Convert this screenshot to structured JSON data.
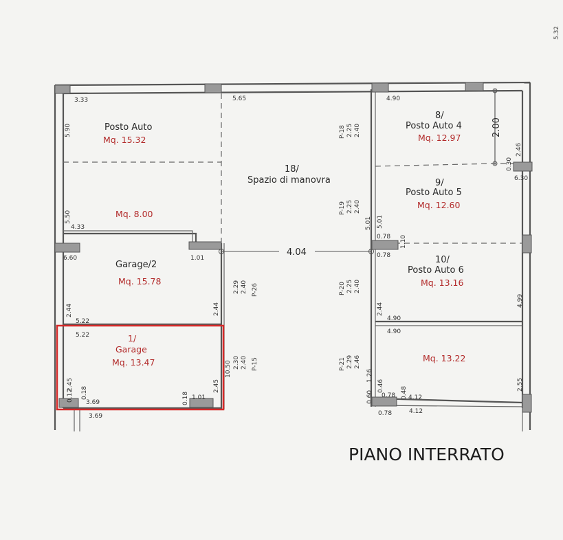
{
  "plan_title": "PIANO INTERRATO",
  "corner_mark": "5.32",
  "highlight_color": "#d62a2a",
  "label_color": "#b22a2a",
  "rooms": [
    {
      "id": "posto-auto-1",
      "name": "Posto Auto",
      "area": "Mq. 15.32"
    },
    {
      "id": "area-800",
      "area": "Mq. 8.00"
    },
    {
      "id": "garage-2",
      "name": "Garage/2",
      "area": "Mq. 15.78"
    },
    {
      "id": "garage-1",
      "num": "1/",
      "name": "Garage",
      "area": "Mq. 13.47"
    },
    {
      "id": "manovra",
      "num": "18/",
      "name": "Spazio di manovra"
    },
    {
      "id": "posto-auto-4",
      "num": "8/",
      "name": "Posto Auto 4",
      "area": "Mq. 12.97"
    },
    {
      "id": "posto-auto-5",
      "num": "9/",
      "name": "Posto Auto 5",
      "area": "Mq. 12.60"
    },
    {
      "id": "posto-auto-6",
      "num": "10/",
      "name": "Posto Auto 6",
      "area": "Mq. 13.16"
    },
    {
      "id": "area-1322",
      "area": "Mq. 13.22"
    }
  ],
  "dimensions": {
    "d_333": "3.33",
    "d_565": "5.65",
    "d_490_top": "4.90",
    "d_590": "5.90",
    "d_200": "2.00",
    "d_246": "2.46",
    "d_030": "0.30",
    "d_630": "6.30",
    "d_550": "5.50",
    "d_433": "4.33",
    "d_660": "6.60",
    "d_101_a": "1.01",
    "d_404": "4.04",
    "d_078_a": "0.78",
    "d_078_b": "0.78",
    "d_110": "1.10",
    "d_501_a": "5.01",
    "d_501_b": "5.01",
    "d_244_a": "2.44",
    "d_244_b": "2.44",
    "d_244_c": "2.44",
    "d_522_a": "5.22",
    "d_522_b": "5.22",
    "d_490_mid": "4.90",
    "d_490_mid2": "4.90",
    "d_499": "4.99",
    "d_1050": "10.50",
    "d_245_a": "2.45",
    "d_245_b": "2.45",
    "d_012": "0.12",
    "d_018_a": "0.18",
    "d_018_b": "0.18",
    "d_369_a": "3.69",
    "d_369_b": "3.69",
    "d_101_b": "1.01",
    "d_046": "0.46",
    "d_048": "0.48",
    "d_078_c": "0.78",
    "d_078_d": "0.78",
    "d_412_a": "4.12",
    "d_412_b": "4.12",
    "d_060": "0.60",
    "d_126": "1.26",
    "d_255": "2.55"
  },
  "pipes": [
    {
      "id": "P-18",
      "label": "P-18",
      "h1": "2.25",
      "h2": "2.40"
    },
    {
      "id": "P-19",
      "label": "P-19",
      "h1": "2.25",
      "h2": "2.40"
    },
    {
      "id": "P-20",
      "label": "P-20",
      "h1": "2.25",
      "h2": "2.40"
    },
    {
      "id": "P-21",
      "label": "P-21",
      "h1": "2.29",
      "h2": "2.46"
    },
    {
      "id": "P-26",
      "label": "P-26",
      "h1": "2.29",
      "h2": "2.40"
    },
    {
      "id": "P-15",
      "label": "P-15",
      "h1": "2.30",
      "h2": "2.40"
    }
  ]
}
